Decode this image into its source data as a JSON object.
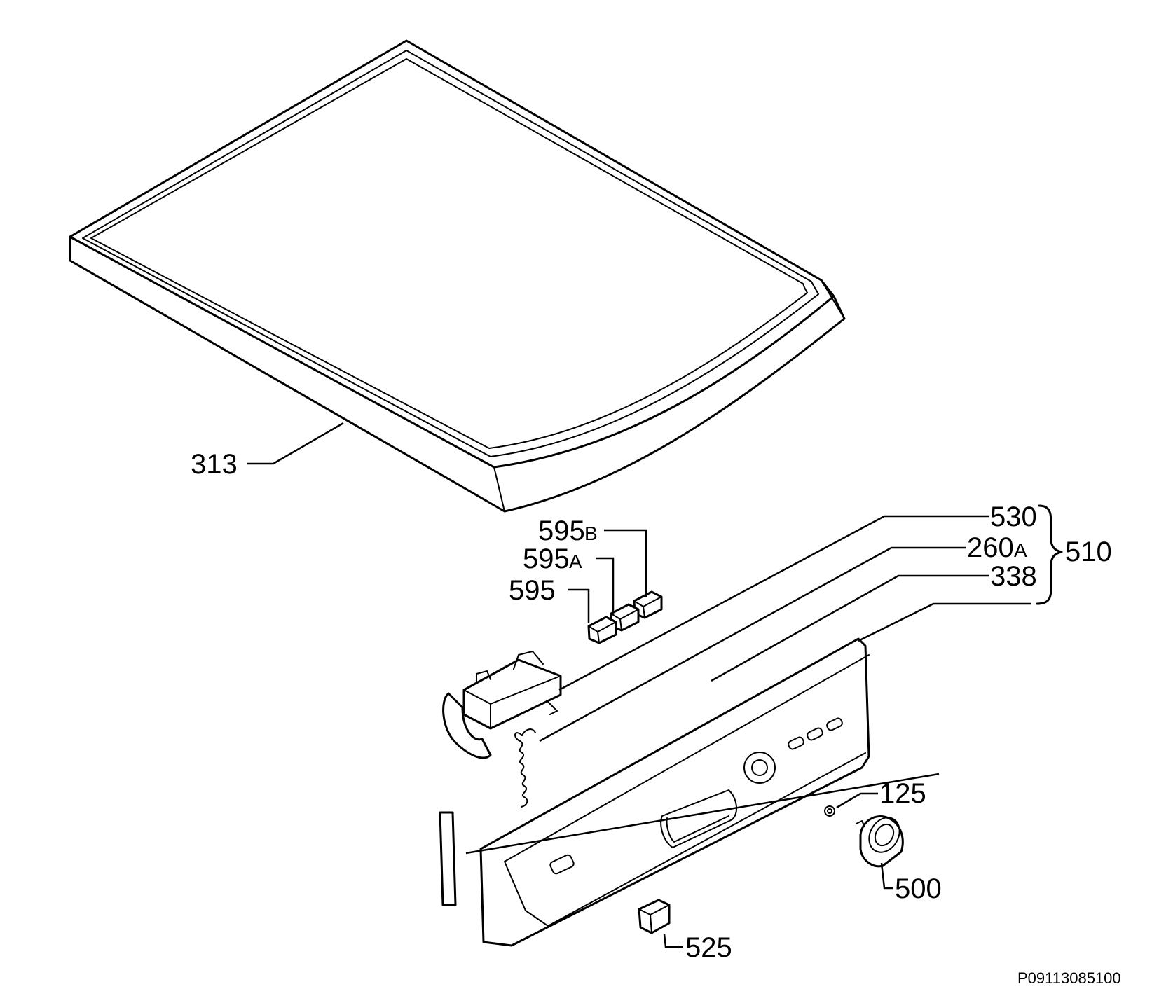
{
  "labels": {
    "p313": "313",
    "p595b_num": "595",
    "p595b_sfx": "B",
    "p595a_num": "595",
    "p595a_sfx": "A",
    "p595": "595",
    "p530": "530",
    "p260a_num": "260",
    "p260a_sfx": "A",
    "p338": "338",
    "p510": "510",
    "p125": "125",
    "p500": "500",
    "p525": "525"
  },
  "reference_code": "P09113085100"
}
